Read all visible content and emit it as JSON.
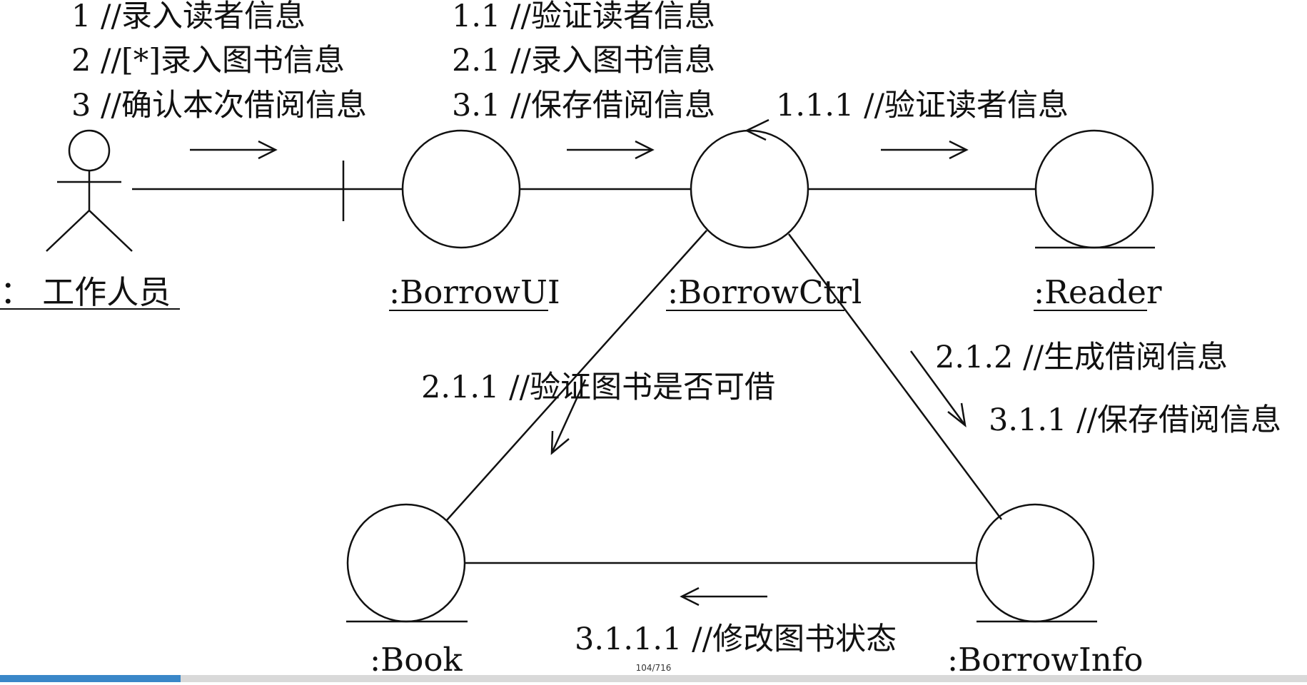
{
  "diagram": {
    "actor": {
      "name": "： 工作人员"
    },
    "objects": {
      "borrow_ui": ":BorrowUI",
      "borrow_ctrl": ":BorrowCtrl",
      "reader": ":Reader",
      "book": ":Book",
      "borrow_info": ":BorrowInfo"
    },
    "messages": {
      "actor_to_ui": [
        "1 //录入读者信息",
        "2 //[*]录入图书信息",
        "3 //确认本次借阅信息"
      ],
      "ui_to_ctrl": [
        "1.1 //验证读者信息",
        "2.1 //录入图书信息",
        "3.1 //保存借阅信息"
      ],
      "ctrl_to_reader": "1.1.1 //验证读者信息",
      "ctrl_to_book": "2.1.1 //验证图书是否可借",
      "ctrl_to_info": [
        "2.1.2 //生成借阅信息",
        "3.1.1 //保存借阅信息"
      ],
      "info_to_book": "3.1.1.1 //修改图书状态"
    },
    "colors": {
      "line": "#111111",
      "accent": "#3a87c8"
    }
  },
  "viewer": {
    "page_indicator": "104/716",
    "progress": 0.138
  }
}
